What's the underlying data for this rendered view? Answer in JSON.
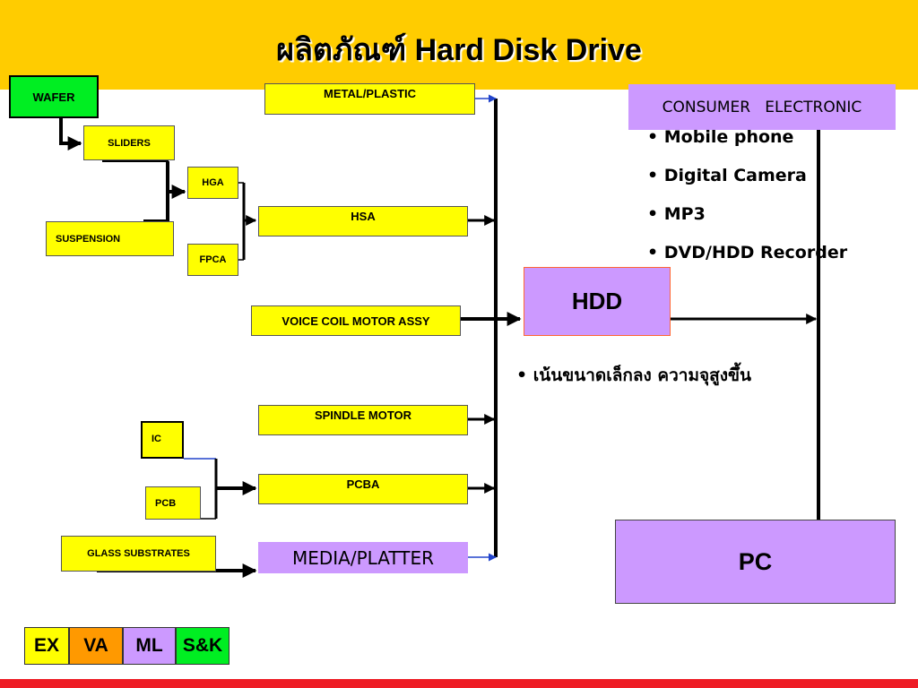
{
  "slide": {
    "title": "ผลิตภัณฑ์ Hard Disk Drive"
  },
  "colors": {
    "header": "#ffcc00",
    "box_yellow": "#ffff00",
    "box_green": "#00ee22",
    "box_purple": "#cc99ff",
    "legend_va": "#ff9900",
    "footer": "#ee1c25"
  },
  "components": {
    "wafer": "WAFER",
    "sliders": "SLIDERS",
    "suspension": "SUSPENSION",
    "hga": "HGA",
    "fpca": "FPCA",
    "metal_plastic": "METAL/PLASTIC",
    "hsa": "HSA",
    "voice_coil_motor": "VOICE COIL MOTOR ASSY",
    "spindle_motor": "SPINDLE MOTOR",
    "ic": "IC",
    "pcb": "PCB",
    "pcba": "PCBA",
    "glass_substrates": "GLASS SUBSTRATES",
    "media_platter": "MEDIA/PLATTER",
    "hdd": "HDD",
    "pc": "PC",
    "consumer_electronic": "CONSUMER   ELECTRONIC"
  },
  "consumer_items": [
    "Mobile phone",
    "Digital Camera",
    "MP3",
    "DVD/HDD Recorder"
  ],
  "note": "เน้นขนาดเล็กลง ความจุสูงขึ้น",
  "legend": [
    {
      "label": "EX",
      "color": "#ffff00"
    },
    {
      "label": "VA",
      "color": "#ff9900"
    },
    {
      "label": "ML",
      "color": "#cc99ff"
    },
    {
      "label": "S&K",
      "color": "#00ee22"
    }
  ]
}
